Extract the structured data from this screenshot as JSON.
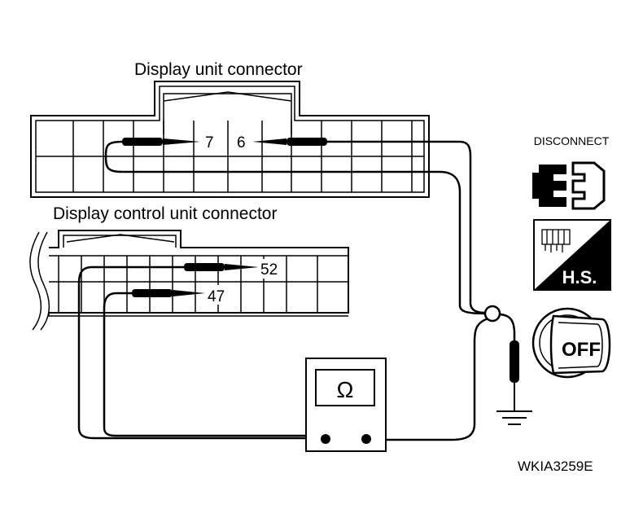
{
  "labels": {
    "display_unit_connector": "Display unit connector",
    "display_control_unit_connector": "Display control unit connector",
    "figure_code": "WKIA3259E"
  },
  "pins": {
    "display_unit": [
      "7",
      "6"
    ],
    "display_control_unit": [
      "52",
      "47"
    ]
  },
  "meter": {
    "symbol": "Ω"
  },
  "icons": {
    "disconnect": {
      "name": "disconnect-icon",
      "text": "DISCONNECT"
    },
    "harness_side": {
      "name": "harness-side-icon",
      "text": "H.S."
    },
    "ignition_key": {
      "name": "ignition-off-icon",
      "text": "OFF"
    }
  },
  "colors": {
    "line": "#000000",
    "background": "#ffffff"
  }
}
